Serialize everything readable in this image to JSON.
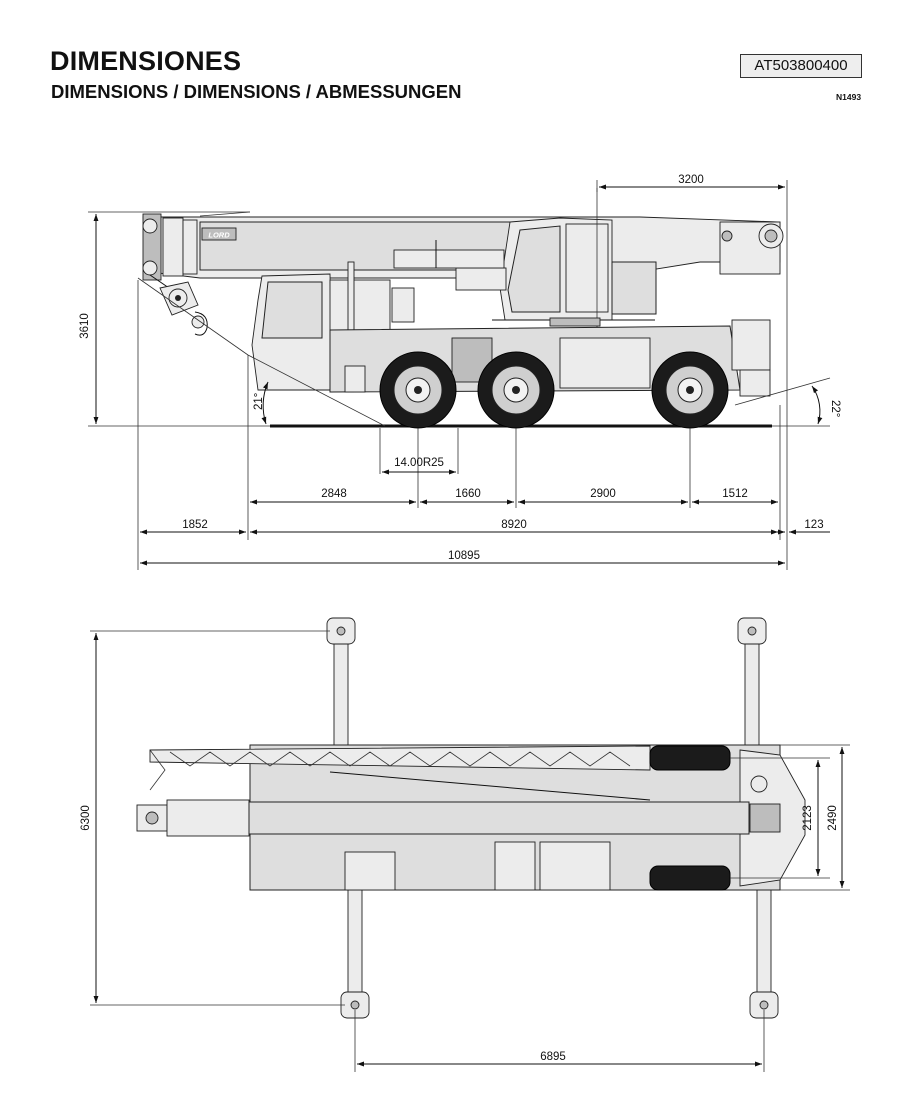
{
  "header": {
    "title": "DIMENSIONES",
    "subtitle": "DIMENSIONS / DIMENSIONS / ABMESSUNGEN",
    "model_code": "AT503800400",
    "ref_code": "N1493",
    "logo_text": "LORD"
  },
  "side_view": {
    "dim_top_cab_to_rear": "3200",
    "dim_height": "3610",
    "angle_front": "21°",
    "angle_rear": "22°",
    "tire_size": "14.00R25",
    "dim_front_to_axle1": "2848",
    "dim_axle1_to_axle2": "1660",
    "dim_axle2_to_axle3": "2900",
    "dim_axle3_to_rear": "1512",
    "dim_front_overhang": "1852",
    "dim_chassis_length": "8920",
    "dim_rear_overhang": "123",
    "dim_total_length": "10895"
  },
  "top_view": {
    "dim_outrigger_span_width": "6300",
    "dim_track_width": "2123",
    "dim_overall_width": "2490",
    "dim_outrigger_span_length": "6895"
  }
}
